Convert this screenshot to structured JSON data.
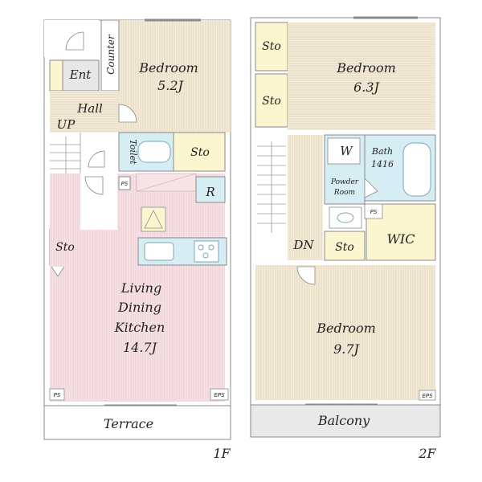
{
  "floor1": {
    "name": "1F",
    "rooms": {
      "bedroom": {
        "name": "Bedroom",
        "size": "5.2J"
      },
      "ldk": {
        "line1": "Living",
        "line2": "Dining",
        "line3": "Kitchen",
        "size": "14.7J"
      },
      "hall": "Hall",
      "entrance": "Ent",
      "counter": "Counter",
      "up": "UP",
      "toilet": "Toilet",
      "storage_toilet": "Sto",
      "storage_stairs": "Sto",
      "refrigerator": "R",
      "ps_hall": "PS",
      "ps_corner": "PS",
      "eps_corner": "EPS",
      "terrace": "Terrace"
    }
  },
  "floor2": {
    "name": "2F",
    "rooms": {
      "bedroom_north": {
        "name": "Bedroom",
        "size": "6.3J"
      },
      "bedroom_south": {
        "name": "Bedroom",
        "size": "9.7J"
      },
      "storage_top": "Sto",
      "storage_mid": "Sto",
      "storage_dn": "Sto",
      "washer": "W",
      "powder_line1": "Powder",
      "powder_line2": "Room",
      "bath_name": "Bath",
      "bath_size": "1416",
      "ps": "PS",
      "wic": "WIC",
      "dn": "DN",
      "eps_corner": "EPS",
      "balcony": "Balcony"
    }
  },
  "colors": {
    "wall": "#8a8a8a",
    "bedroom_fill": "#f4ecd9",
    "ldk_fill": "#f7e3e6",
    "storage_fill": "#fbf6cf",
    "bath_fill": "#d7edf4",
    "balcony_fill": "#e9e9e9"
  }
}
